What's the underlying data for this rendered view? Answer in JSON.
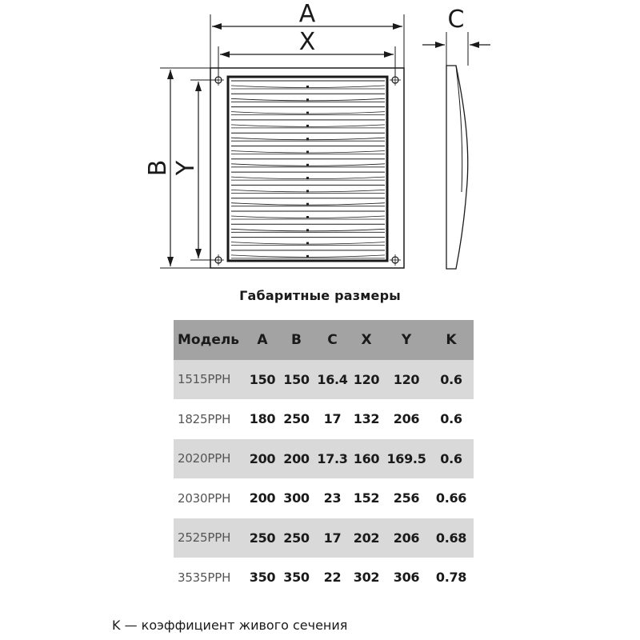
{
  "diagram": {
    "labels": {
      "A": "A",
      "X": "X",
      "B": "B",
      "Y": "Y",
      "C": "C"
    }
  },
  "title": "Габаритные размеры",
  "table": {
    "columns": [
      "Модель",
      "A",
      "B",
      "C",
      "X",
      "Y",
      "K"
    ],
    "rows": [
      [
        "1515PPH",
        "150",
        "150",
        "16.4",
        "120",
        "120",
        "0.6"
      ],
      [
        "1825PPH",
        "180",
        "250",
        "17",
        "132",
        "206",
        "0.6"
      ],
      [
        "2020PPH",
        "200",
        "200",
        "17.3",
        "160",
        "169.5",
        "0.6"
      ],
      [
        "2030PPH",
        "200",
        "300",
        "23",
        "152",
        "256",
        "0.66"
      ],
      [
        "2525PPH",
        "250",
        "250",
        "17",
        "202",
        "206",
        "0.68"
      ],
      [
        "3535PPH",
        "350",
        "350",
        "22",
        "302",
        "306",
        "0.78"
      ]
    ]
  },
  "footnote": "K — коэффициент живого сечения",
  "colors": {
    "header_bg": "#a3a3a3",
    "row_alt_bg": "#d9d9d9",
    "line": "#1a1a1a"
  }
}
